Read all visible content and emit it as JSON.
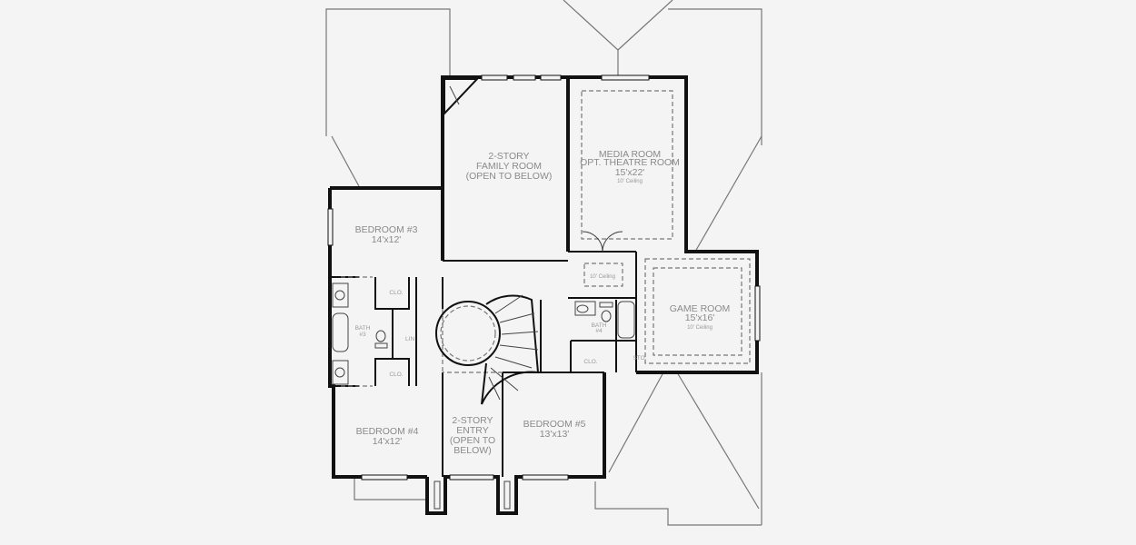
{
  "floor_plan": {
    "rooms": {
      "family": {
        "lines": [
          "2-STORY",
          "FAMILY ROOM",
          "(OPEN TO BELOW)"
        ]
      },
      "media": {
        "lines": [
          "MEDIA ROOM",
          "OPT. THEATRE ROOM",
          "15'x22'"
        ],
        "ceiling": "10' Ceiling"
      },
      "bedroom3": {
        "name": "BEDROOM #3",
        "size": "14'x12'"
      },
      "bedroom4": {
        "name": "BEDROOM #4",
        "size": "14'x12'"
      },
      "bedroom5": {
        "name": "BEDROOM #5",
        "size": "13'x13'"
      },
      "entry": {
        "lines": [
          "2-STORY",
          "ENTRY",
          "(OPEN TO",
          "BELOW)"
        ]
      },
      "game": {
        "name": "GAME ROOM",
        "size": "15'x16'",
        "ceiling": "10' Ceiling"
      },
      "hall": {
        "ceiling": "10' Ceiling"
      },
      "bath3": {
        "lines": [
          "BATH",
          "#3"
        ]
      },
      "bath4": {
        "lines": [
          "BATH",
          "#4"
        ]
      },
      "closet_label": "CLO.",
      "linen_label": "LIN.",
      "storage_label": "STO."
    }
  }
}
